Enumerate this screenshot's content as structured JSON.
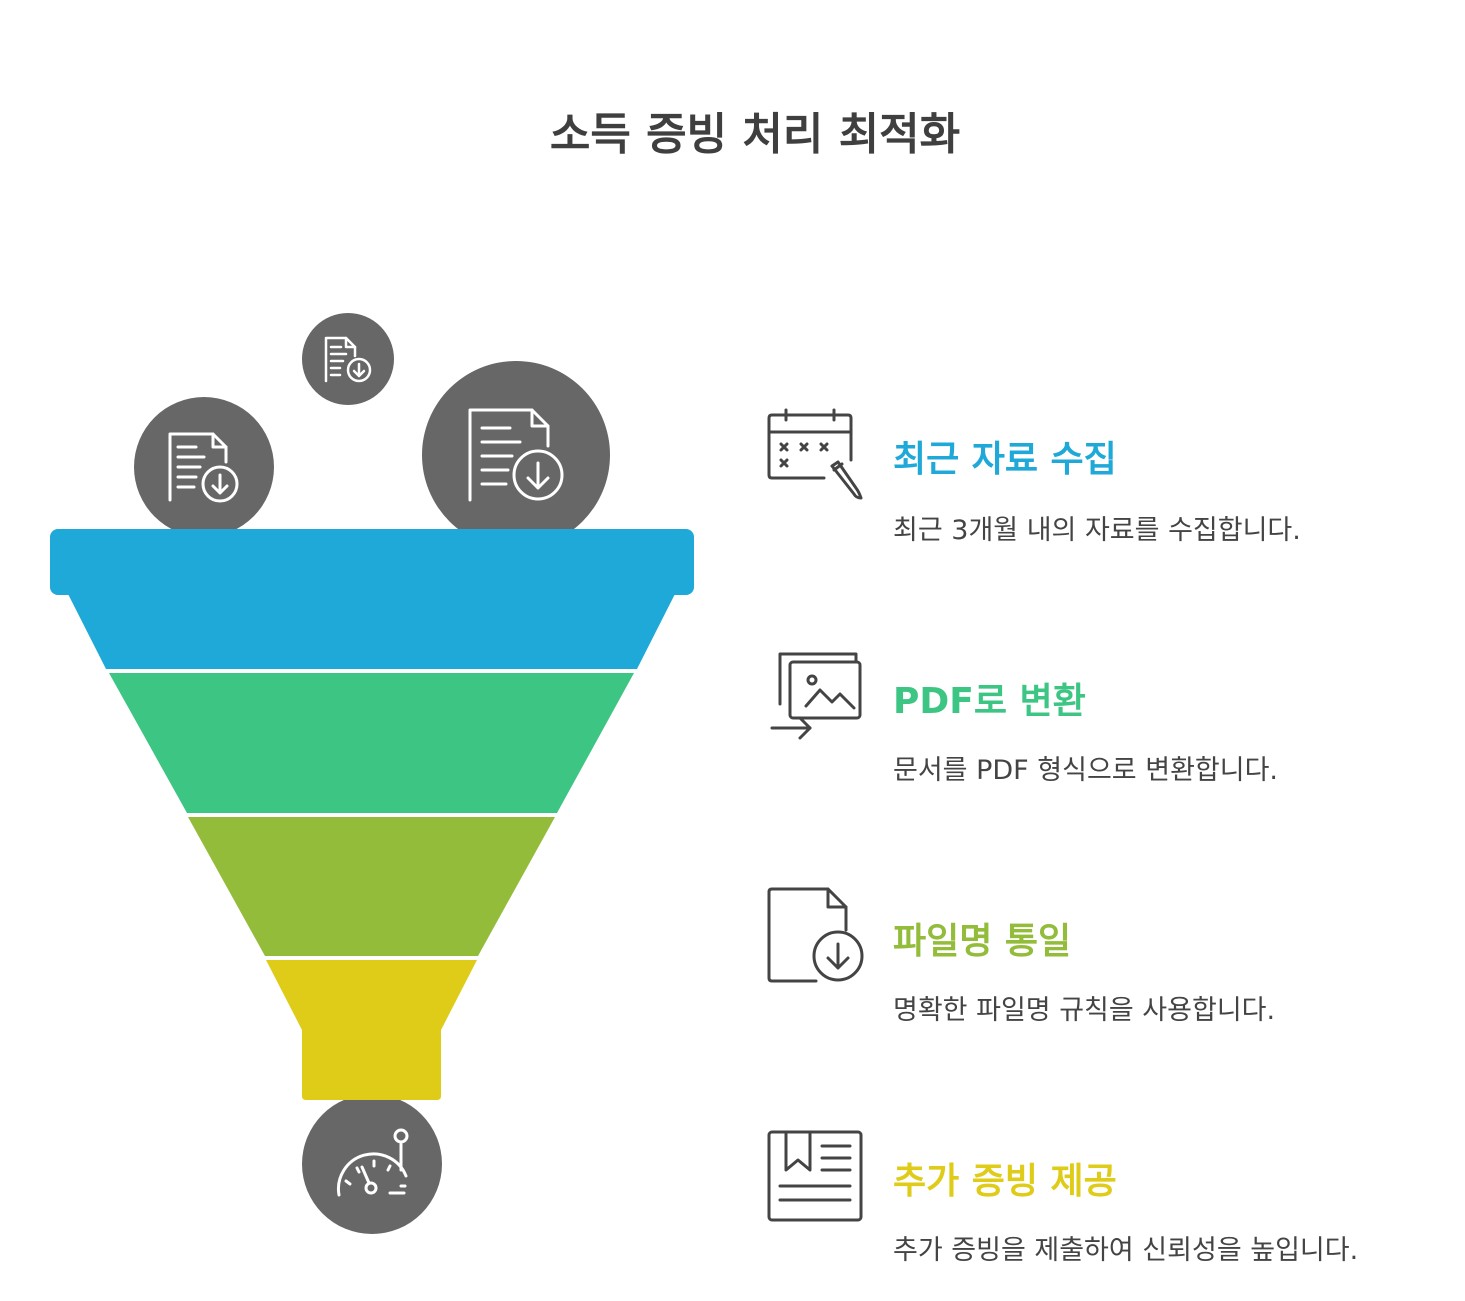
{
  "title": "소득 증빙 처리 최적화",
  "colors": {
    "step1": "#1fa9d8",
    "step2": "#3dc584",
    "step3": "#93bc3a",
    "step4": "#dfcc18",
    "circle": "#676767"
  },
  "steps": [
    {
      "title": "최근 자료 수집",
      "description": "최근 3개월 내의 자료를 수집합니다.",
      "icon": "calendar-pen-icon"
    },
    {
      "title": "PDF로 변환",
      "description": "문서를 PDF 형식으로 변환합니다.",
      "icon": "image-convert-icon"
    },
    {
      "title": "파일명 통일",
      "description": "명확한 파일명 규칙을 사용합니다.",
      "icon": "file-download-icon"
    },
    {
      "title": "추가 증빙 제공",
      "description": "추가 증빙을 제출하여 신뢰성을 높입니다.",
      "icon": "document-bookmark-icon"
    }
  ],
  "funnel_icons": {
    "inputs": "document-download-icon",
    "output": "speedometer-icon"
  }
}
